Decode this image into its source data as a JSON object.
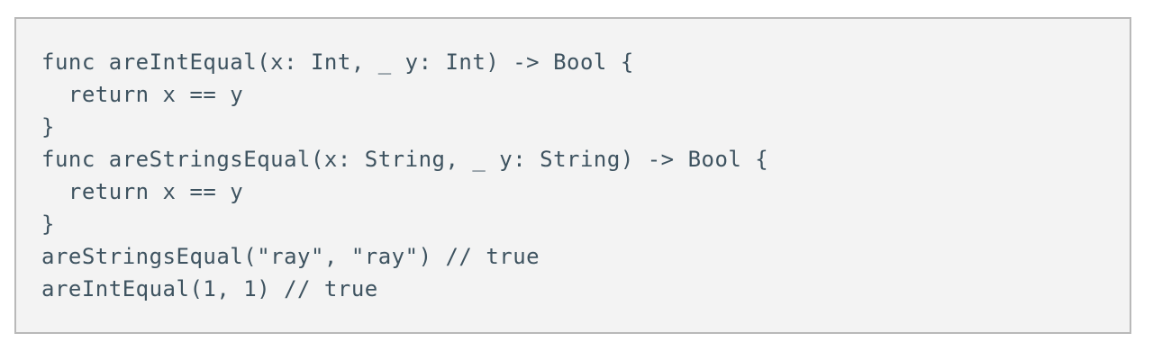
{
  "page": {
    "background_color": "#ffffff"
  },
  "code_block": {
    "language": "swift",
    "background_color": "#f3f3f3",
    "border_color": "#b9b9b9",
    "text_color": "#3e5360",
    "lines": [
      "func areIntEqual(x: Int, _ y: Int) -> Bool {",
      "  return x == y",
      "}",
      "func areStringsEqual(x: String, _ y: String) -> Bool {",
      "  return x == y",
      "}",
      "areStringsEqual(\"ray\", \"ray\") // true",
      "areIntEqual(1, 1) // true"
    ]
  }
}
